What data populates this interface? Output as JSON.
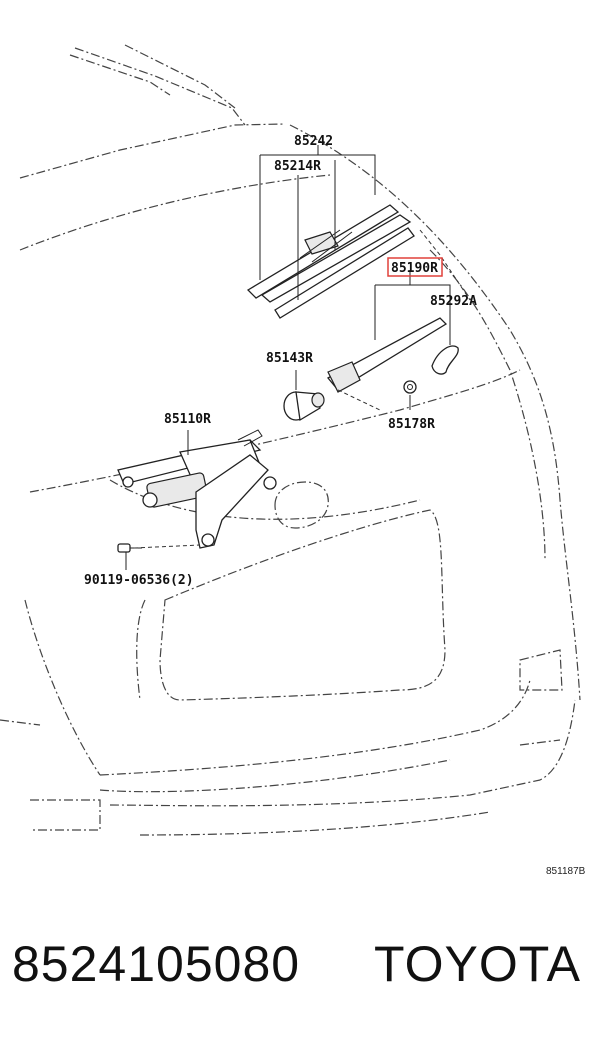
{
  "diagram": {
    "labels": {
      "p85242": "85242",
      "p85214R": "85214R",
      "p85190R": "85190R",
      "p85292A": "85292A",
      "p85143R": "85143R",
      "p85178R": "85178R",
      "p85110R": "85110R",
      "p90119": "90119-06536(2)"
    },
    "figure_code": "851187B",
    "highlight_color": "#e0403a"
  },
  "footer": {
    "part_number": "8524105080",
    "brand": "TOYOTA"
  }
}
